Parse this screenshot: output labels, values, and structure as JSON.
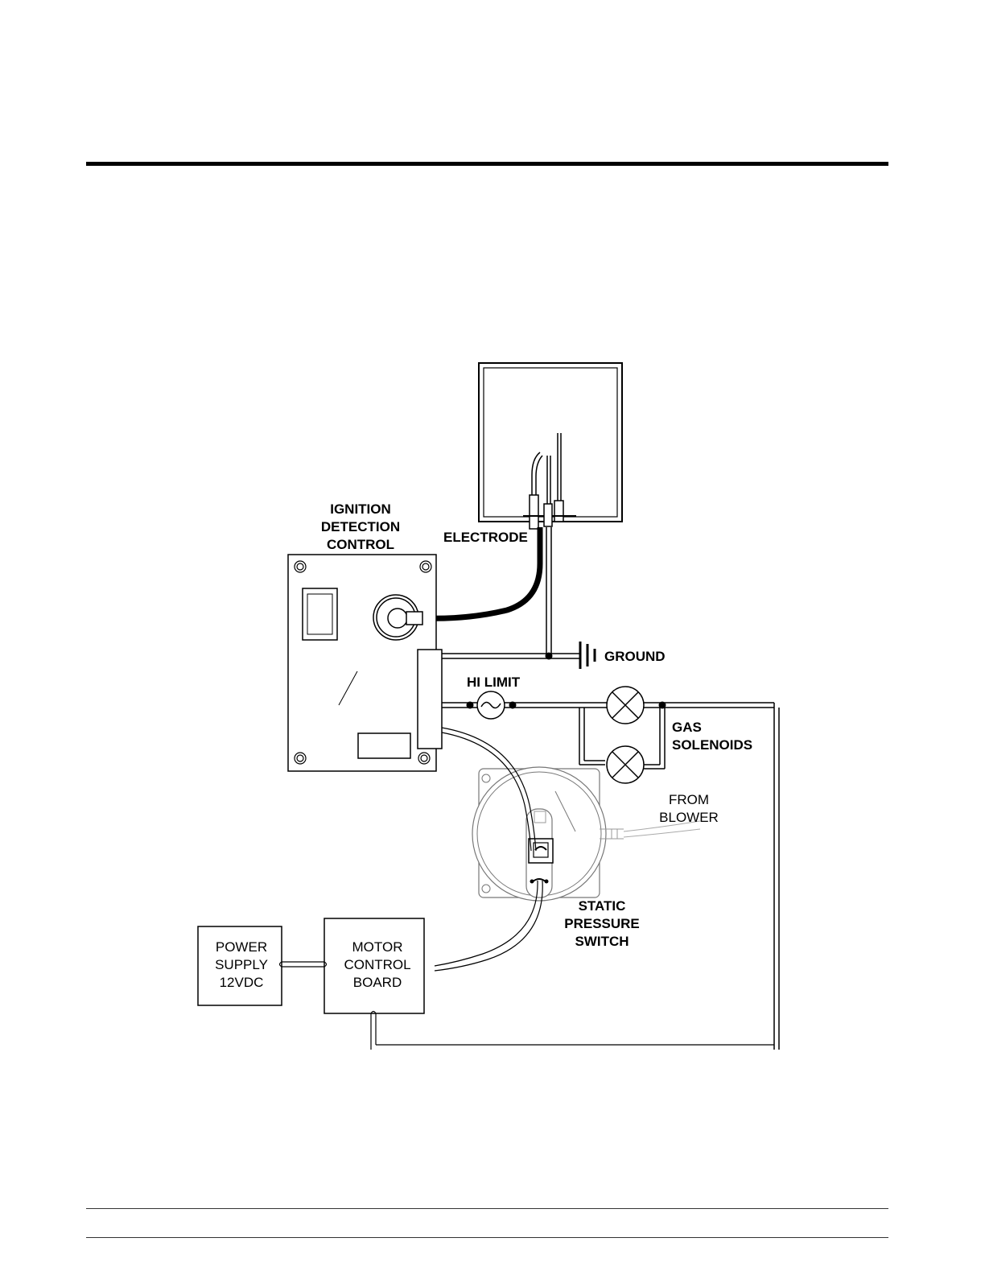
{
  "labels": {
    "ignition_control": [
      "IGNITION",
      "DETECTION",
      "CONTROL"
    ],
    "electrode": "ELECTRODE",
    "ground": "GROUND",
    "hi_limit": "HI LIMIT",
    "gas_solenoids": [
      "GAS",
      "SOLENOIDS"
    ],
    "from_blower": [
      "FROM",
      "BLOWER"
    ],
    "static_pressure_switch": [
      "STATIC",
      "PRESSURE",
      "SWITCH"
    ],
    "power_supply": [
      "POWER",
      "SUPPLY",
      "12VDC"
    ],
    "motor_control_board": [
      "MOTOR",
      "CONTROL",
      "BOARD"
    ]
  },
  "icons": {
    "ground": "ground-symbol-icon",
    "hi_limit": "thermal-fuse-icon",
    "solenoid": "lamp-x-icon",
    "mount_hole": "screw-hole-icon"
  }
}
